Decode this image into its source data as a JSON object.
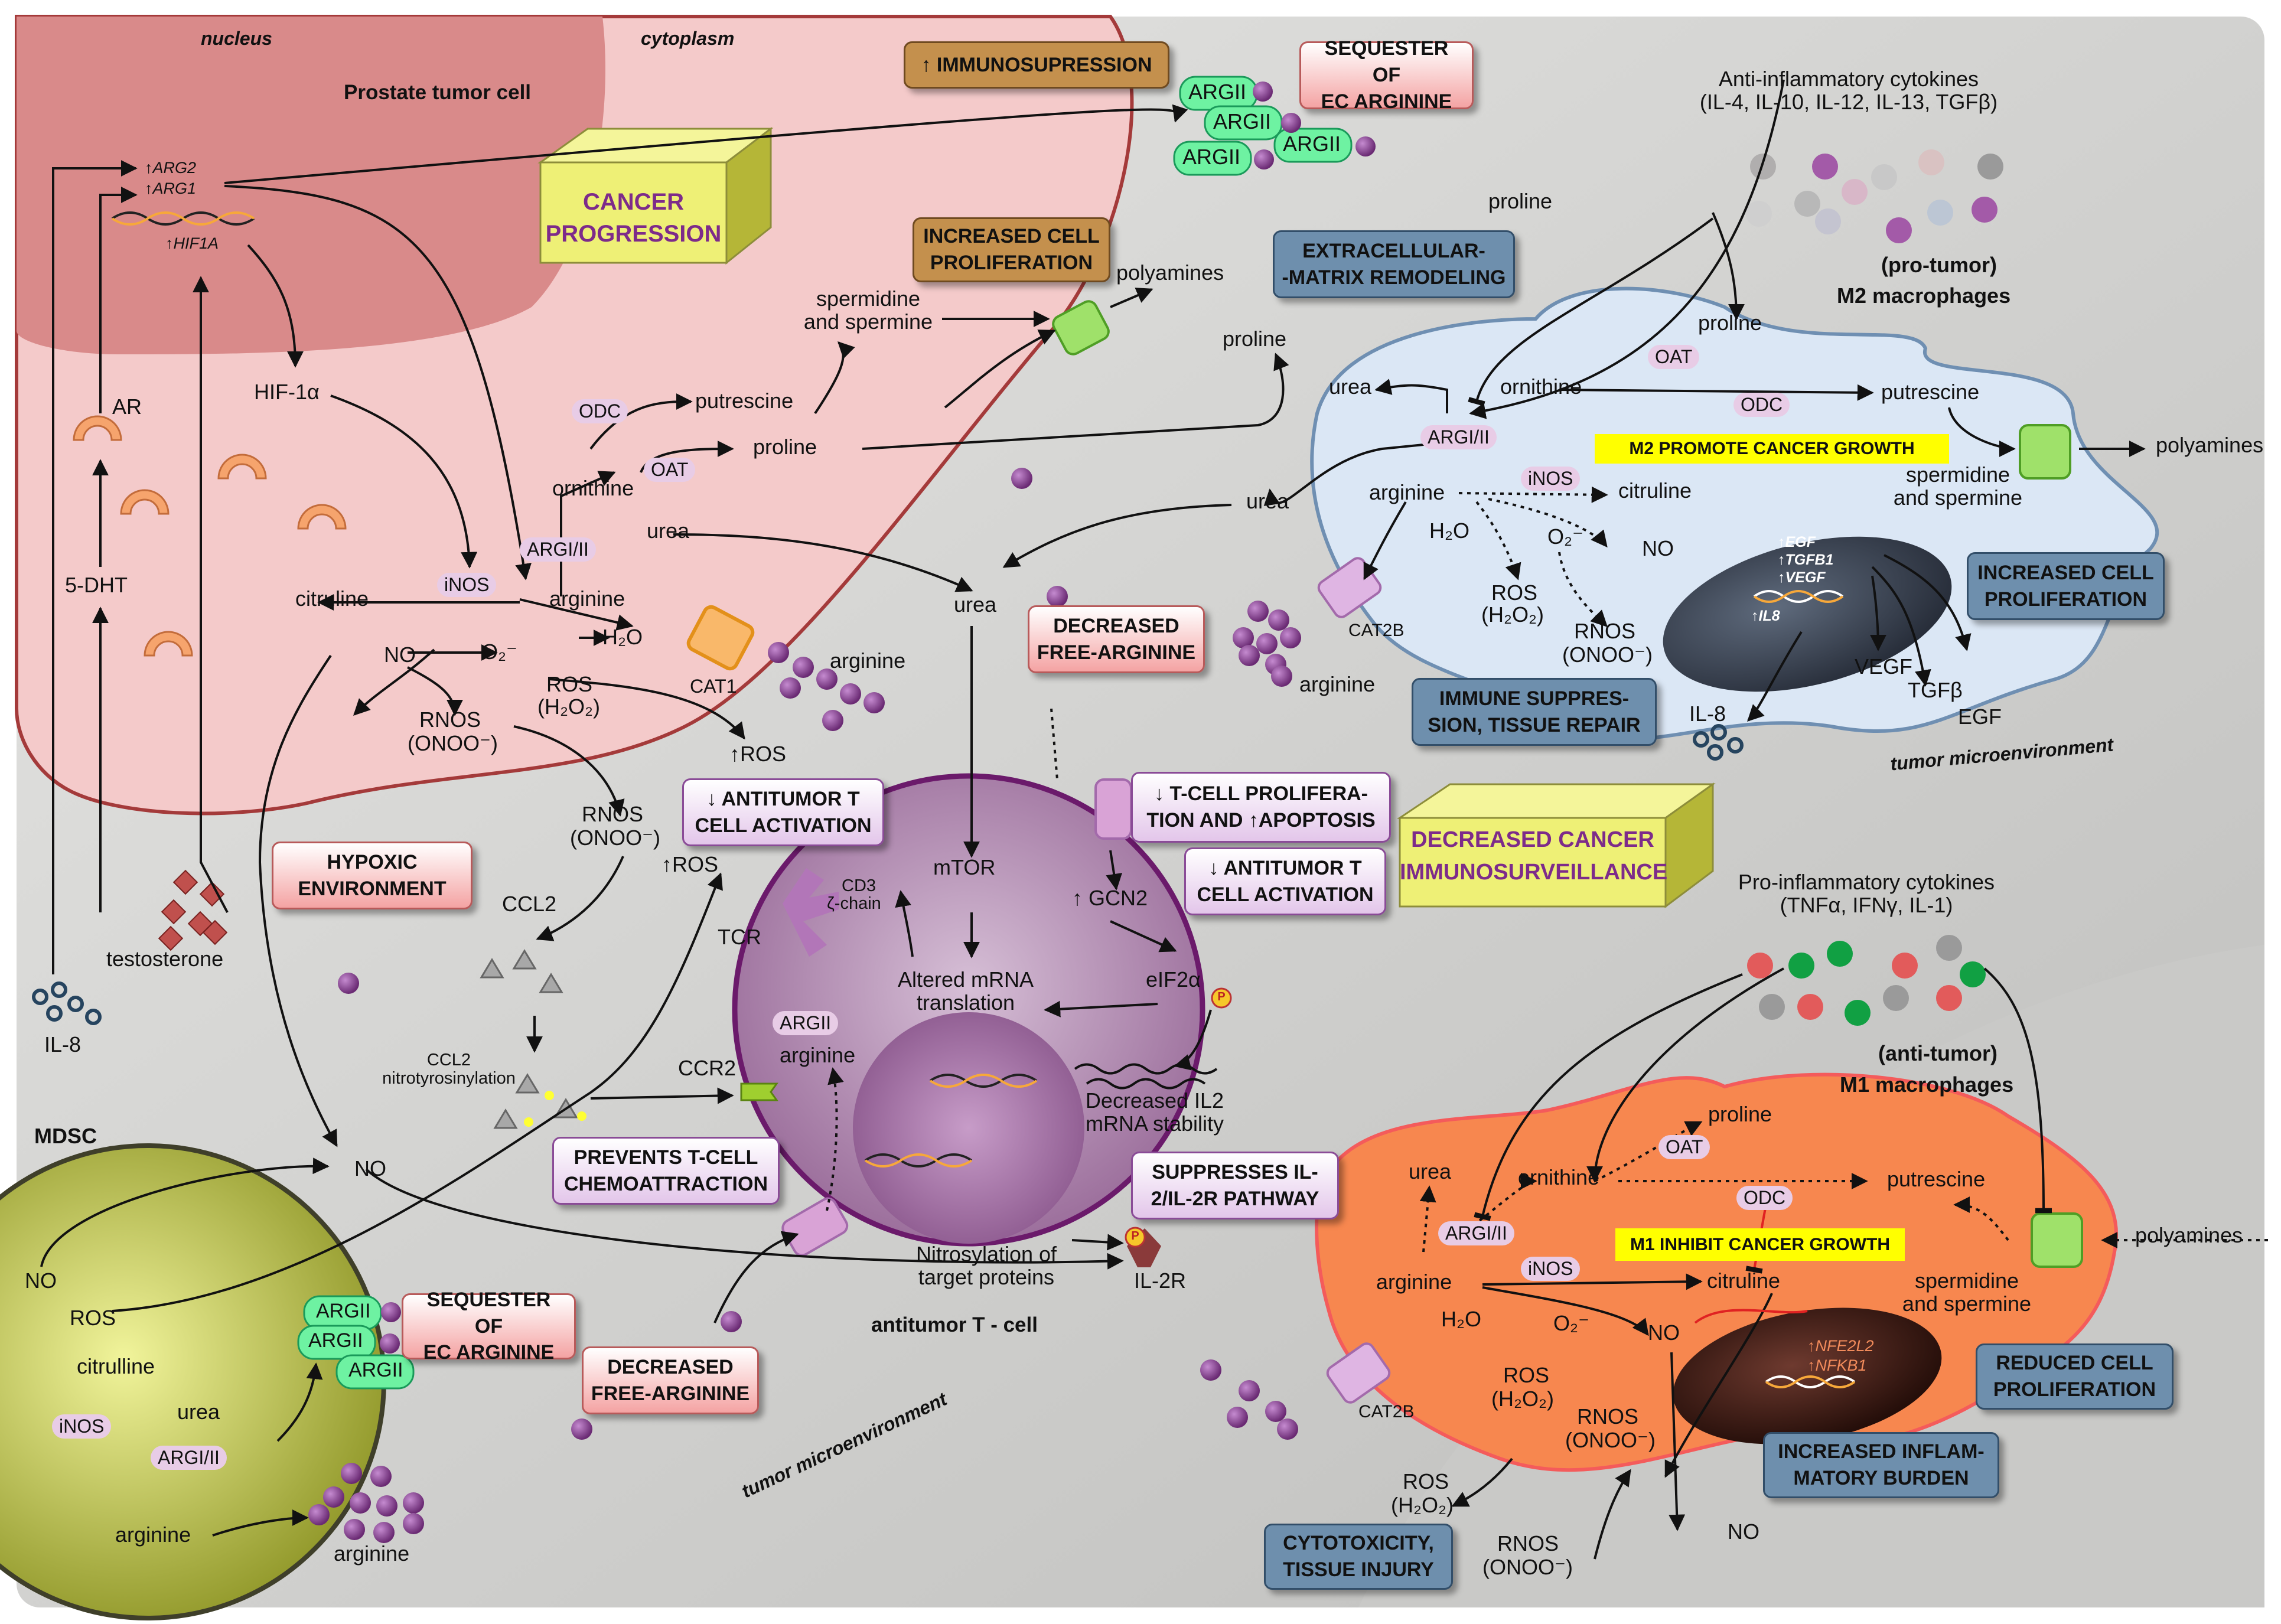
{
  "regions": {
    "nucleus": "nucleus",
    "cytoplasm": "cytoplasm",
    "prostate_tumor_cell": "Prostate tumor cell",
    "mdsc": "MDSC",
    "t_cell": "antitumor T - cell",
    "tme_top": "tumor microenvironment",
    "tme_bottom": "tumor microenvironment",
    "m2_title": "(pro-tumor)",
    "m2_sub": "M2 macrophages",
    "m1_title": "(anti-tumor)",
    "m1_sub": "M1 macrophages"
  },
  "boxes": {
    "cancer_progression": [
      "CANCER",
      "PROGRESSION"
    ],
    "decreased_immuno": [
      "DECREASED CANCER",
      "IMMUNOSURVEILLANCE"
    ],
    "immunosupression": "↑ IMMUNOSUPRESSION",
    "increased_prolif_tumor": [
      "INCREASED CELL",
      "PROLIFERATION"
    ],
    "sequester_top": [
      "SEQUESTER OF",
      "EC ARGININE"
    ],
    "sequester_bottom": [
      "SEQUESTER OF",
      "EC ARGININE"
    ],
    "ecm": [
      "EXTRACELLULAR-",
      "-MATRIX REMODELING"
    ],
    "increased_prolif_m2": [
      "INCREASED CELL",
      "PROLIFERATION"
    ],
    "immune_suppression": [
      "IMMUNE SUPPRES-",
      "SION, TISSUE REPAIR"
    ],
    "m2_growth": "M2 PROMOTE CANCER GROWTH",
    "m1_inhibit": "M1 INHIBIT CANCER GROWTH",
    "reduced_prolif": [
      "REDUCED CELL",
      "PROLIFERATION"
    ],
    "inflam_burden": [
      "INCREASED INFLAM-",
      "MATORY BURDEN"
    ],
    "cytotoxicity": [
      "CYTOTOXICITY,",
      "TISSUE INJURY"
    ],
    "decreased_free_top": [
      "DECREASED",
      "FREE-ARGININE"
    ],
    "decreased_free_bottom": [
      "DECREASED",
      "FREE-ARGININE"
    ],
    "hypoxic": [
      "HYPOXIC",
      "ENVIRONMENT"
    ],
    "antitumor_act_1": [
      "↓ ANTITUMOR T",
      "CELL ACTIVATION"
    ],
    "antitumor_act_2": [
      "↓ ANTITUMOR T",
      "CELL ACTIVATION"
    ],
    "tcell_prolif": [
      "↓ T-CELL PROLIFERA-",
      "TION AND ↑APOPTOSIS"
    ],
    "prevents_chemo": [
      "PREVENTS T-CELL",
      "CHEMOATTRACTION"
    ],
    "suppresses_il2": [
      "SUPPRESSES IL-",
      "2/IL-2R PATHWAY"
    ]
  },
  "enzymes": {
    "argi": "ARGII",
    "argi_ii": "ARGI/II",
    "inos": "iNOS",
    "odc": "ODC",
    "oat": "OAT"
  },
  "tumor": {
    "arg2": "↑ARG2",
    "arg1": "↑ARG1",
    "hif1a_gene": "↑HIF1A",
    "hif1a": "HIF-1α",
    "ar": "AR",
    "dht": "5-DHT",
    "testosterone": "testosterone",
    "il8": "IL-8",
    "odc": "ODC",
    "oat": "OAT",
    "putrescine": "putrescine",
    "spermidine": "spermidine",
    "and_spermine": "and spermine",
    "polyamines": "polyamines",
    "proline": "proline",
    "proline2": "proline",
    "ornithine": "ornithine",
    "urea": "urea",
    "citruline": "citruline",
    "arginine": "arginine",
    "no": "NO",
    "o2": "O₂⁻",
    "h2o": "H₂O",
    "ros": "ROS",
    "h2o2": "(H₂O₂)",
    "rnos": "RNOS",
    "onoo": "(ONOO⁻)",
    "cat1": "CAT1",
    "arginine_ext": "arginine",
    "up_ros": "↑ROS"
  },
  "micro": {
    "rnos": "RNOS",
    "onoo": "(ONOO⁻)",
    "up_ros": "↑ROS",
    "ccl2": "CCL2",
    "ccl2_nitro_1": "CCL2",
    "ccl2_nitro_2": "nitrotyrosinylation",
    "ccr2": "CCR2",
    "no": "NO",
    "urea": "urea"
  },
  "tcell": {
    "cd3": "CD3",
    "zeta": "ζ-chain",
    "tcr": "TCR",
    "mtor": "mTOR",
    "gcn2": "↑ GCN2",
    "eif2a": "eIF2α",
    "p": "P",
    "altered_1": "Altered mRNA",
    "altered_2": "translation",
    "argii": "ARGII",
    "arginine": "arginine",
    "decreased_1": "Decreased IL2",
    "decreased_2": "mRNA stability",
    "nitro_1": "Nitrosylation of",
    "nitro_2": "target proteins",
    "il2r": "IL-2R"
  },
  "mdsc": {
    "no": "NO",
    "ros": "ROS",
    "citrulline": "citrulline",
    "inos": "iNOS",
    "urea": "urea",
    "argi_ii": "ARGI/II",
    "arginine": "arginine",
    "arginine_ext": "arginine"
  },
  "m2": {
    "cyto_1": "Anti-inflammatory cytokines",
    "cyto_2": "(IL-4, IL-10, IL-12, IL-13, TGFβ)",
    "proline_ext": "proline",
    "proline_in": "proline",
    "oat": "OAT",
    "urea": "urea",
    "ornithine": "ornithine",
    "odc": "ODC",
    "putrescine": "putrescine",
    "polyamines": "polyamines",
    "argi_ii": "ARGI/II",
    "arginine": "arginine",
    "inos": "iNOS",
    "citruline": "citruline",
    "h2o": "H₂O",
    "o2": "O₂⁻",
    "no": "NO",
    "ros": "ROS",
    "h2o2": "(H₂O₂)",
    "rnos": "RNOS",
    "onoo": "(ONOO⁻)",
    "spermidine": "spermidine",
    "and_spermine": "and spermine",
    "egf": "↑EGF",
    "tgfb1": "↑TGFB1",
    "vegf_gene": "↑VEGF",
    "il8_gene": "↑IL8",
    "vegf": "VEGF",
    "tgfb": "TGFβ",
    "egf_out": "EGF",
    "il8": "IL-8",
    "cat2b": "CAT2B",
    "arginine_ext": "arginine",
    "urea_out": "urea"
  },
  "m1": {
    "cyto_1": "Pro-inflammatory cytokines",
    "cyto_2": "(TNFα, IFNγ, IL-1)",
    "urea": "urea",
    "ornithine": "ornithine",
    "oat": "OAT",
    "proline": "proline",
    "putrescine": "putrescine",
    "odc": "ODC",
    "polyamines": "polyamines",
    "argi_ii": "ARGI/II",
    "inos": "iNOS",
    "arginine": "arginine",
    "citruline": "citruline",
    "spermidine": "spermidine",
    "and_spermine": "and spermine",
    "h2o": "H₂O",
    "o2": "O₂⁻",
    "no": "NO",
    "ros": "ROS",
    "h2o2": "(H₂O₂)",
    "rnos": "RNOS",
    "onoo": "(ONOO⁻)",
    "nfe2l2": "↑NFE2L2",
    "nfkb1": "↑NFKB1",
    "cat2b": "CAT2B",
    "ros_out": "ROS",
    "h2o2_out": "(H₂O₂)",
    "rnos_out": "RNOS",
    "onoo_out": "(ONOO⁻)",
    "no_out": "NO"
  },
  "colors": {
    "background": "#d4d4d2",
    "tumor_cell": "#f2c4c4",
    "nucleus": "#cf7c7c",
    "m2_cell": "#dbe7f5",
    "m1_cell": "#f7874f",
    "mdsc": "#b5bc3c",
    "arginine_dot": "#8c3f91"
  }
}
